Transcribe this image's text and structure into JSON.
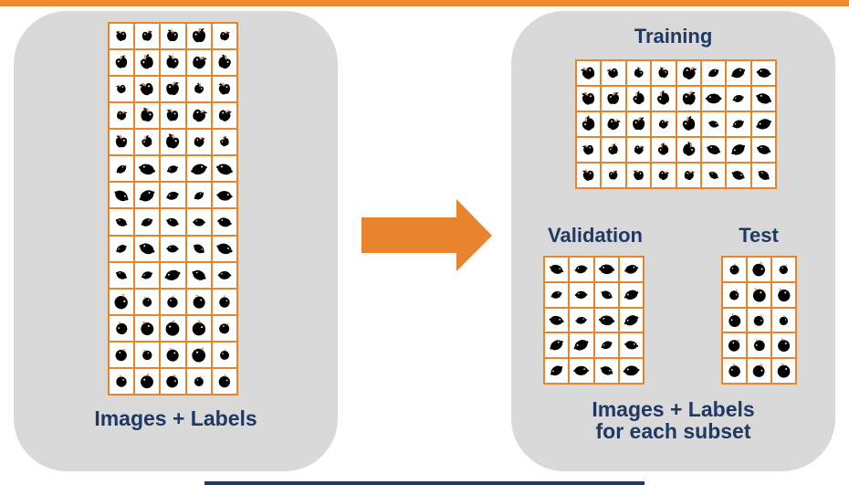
{
  "colors": {
    "accent_orange": "#E8842D",
    "top_bar_orange": "#EE8A31",
    "navy": "#1F3864",
    "panel_gray": "#D9D9D9",
    "cell_white": "#FFFFFF"
  },
  "left_panel": {
    "caption": "Images + Labels"
  },
  "right_panel": {
    "training_label": "Training",
    "validation_label": "Validation",
    "test_label": "Test",
    "caption_line1": "Images + Labels",
    "caption_line2": "for each subset"
  },
  "fruit_codes": {
    "A": "apple",
    "L": "lemon",
    "O": "orange"
  },
  "grids": {
    "all_data": {
      "cols": 5,
      "rows": 14,
      "pattern": [
        "AAAAA",
        "AAAAA",
        "AAAAA",
        "AAAAA",
        "AAAAA",
        "LLLLL",
        "LLLLL",
        "LLLLL",
        "LLLLL",
        "LLLLL",
        "OOOOO",
        "OOOOO",
        "OOOOO",
        "OOOOO"
      ]
    },
    "training": {
      "cols": 8,
      "rows": 5,
      "pattern": [
        "AAAAALLL",
        "AAAAALLL",
        "AAAAALLL",
        "AAAAALLL",
        "AAAAALLL"
      ]
    },
    "validation": {
      "cols": 4,
      "rows": 5,
      "pattern": [
        "LLLL",
        "LLLL",
        "LLLL",
        "LLLL",
        "LLLL"
      ]
    },
    "test": {
      "cols": 3,
      "rows": 5,
      "pattern": [
        "OOO",
        "OOO",
        "OOO",
        "OOO",
        "OOO"
      ]
    }
  }
}
